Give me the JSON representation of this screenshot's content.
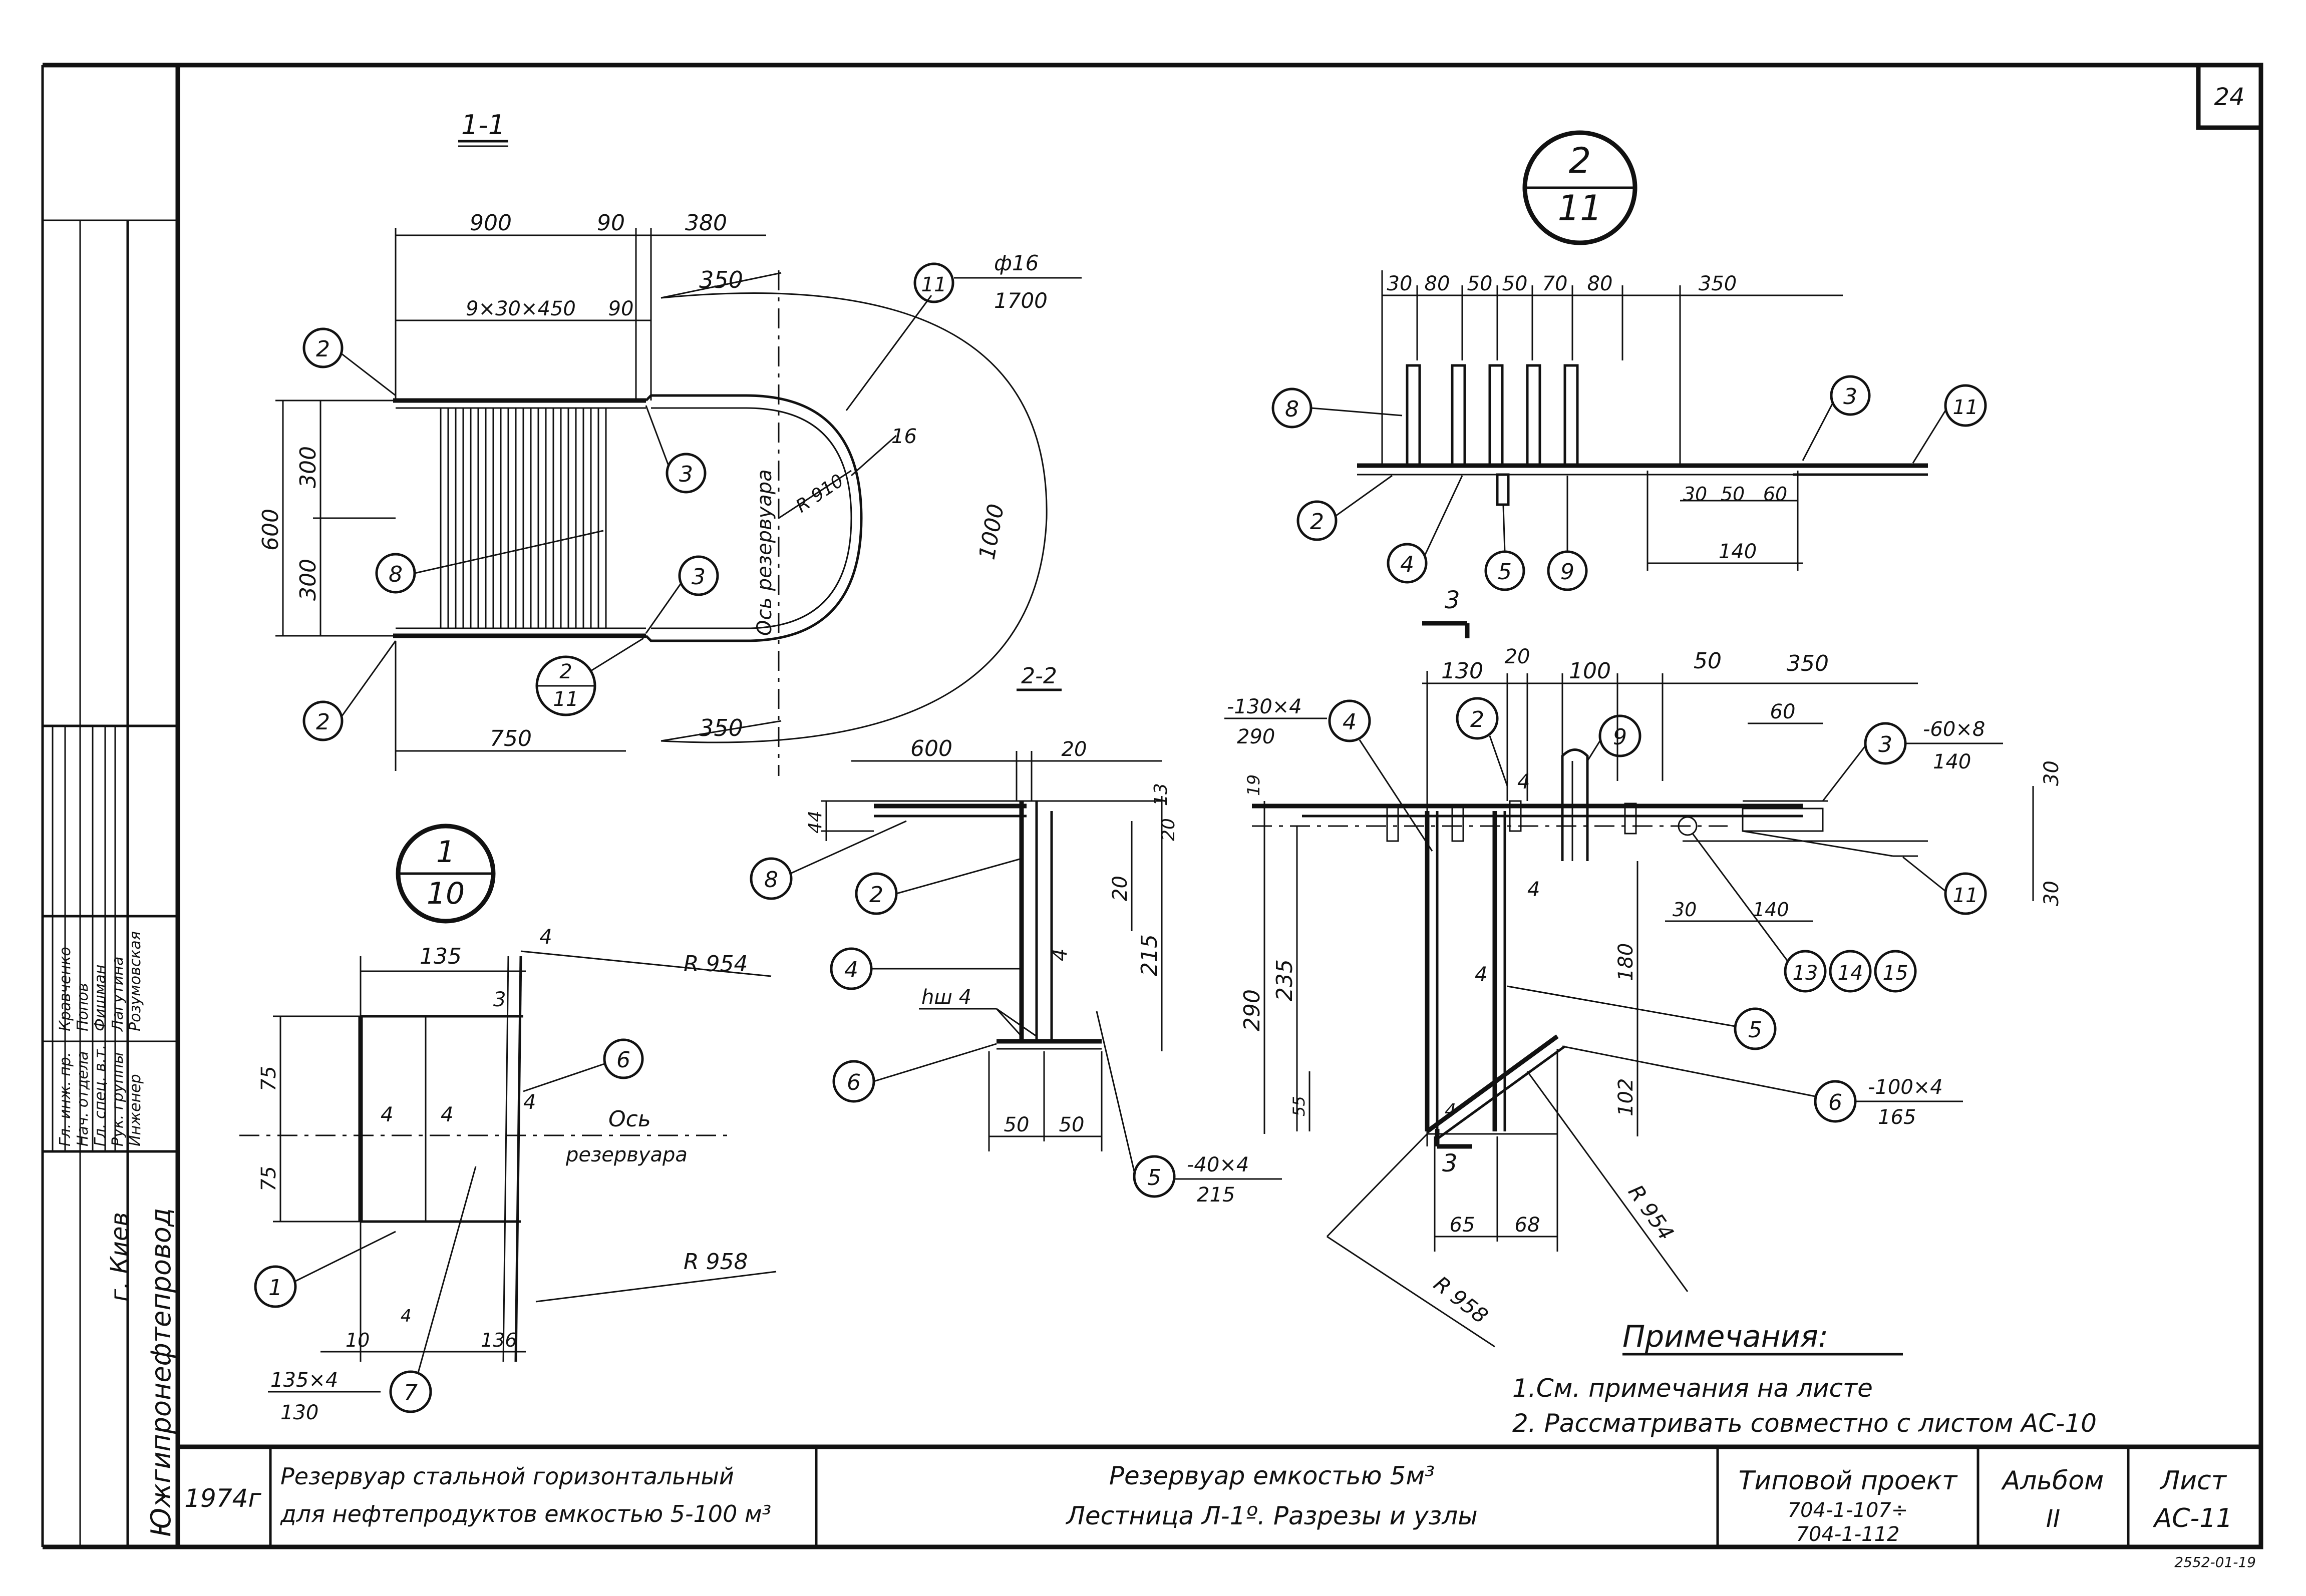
{
  "sheet": {
    "page_number": "24"
  },
  "section_1_1": {
    "title": "1-1",
    "dims_top": [
      "900",
      "90",
      "380"
    ],
    "dim_steps": "9×30×450",
    "dim_steps_tail": "90",
    "dim_350_top": "350",
    "dim_350_bottom": "350",
    "dim_600": "600",
    "dim_300_a": "300",
    "dim_300_b": "300",
    "dim_750": "750",
    "dim_1000": "1000",
    "r910": "R 910",
    "dim_16": "16",
    "axis_label": "Ось резервуара",
    "rod_top": "ф16",
    "rod_bottom": "1700",
    "callouts": [
      "2",
      "8",
      "2",
      "3",
      "3",
      "11"
    ],
    "ref_top": "2",
    "ref_bottom": "11"
  },
  "node_2_11": {
    "ref_top": "2",
    "ref_bottom": "11",
    "dims_top": [
      "30",
      "80",
      "50",
      "50",
      "70",
      "80",
      "350"
    ],
    "dims_bottom": [
      "30",
      "50",
      "60"
    ],
    "dim_140": "140",
    "callouts": [
      "8",
      "3",
      "11",
      "2",
      "4",
      "5",
      "9"
    ]
  },
  "node_1_10": {
    "ref_top": "1",
    "ref_bottom": "10",
    "dim_135": "135",
    "dim_4_top": "4",
    "dim_3": "3",
    "r954": "R 954",
    "dim_75_a": "75",
    "dim_75_b": "75",
    "weld_4_a": "4",
    "weld_4_b": "4",
    "weld_4_c": "4",
    "axis_label_1": "Ось",
    "axis_label_2": "резервуара",
    "r958": "R 958",
    "dim_10": "10",
    "dim_136": "136",
    "plate_top": "135×4",
    "plate_bottom": "130",
    "callouts": [
      "6",
      "1",
      "7"
    ]
  },
  "section_2_2": {
    "title": "2-2",
    "dim_600": "600",
    "dim_20_a": "20",
    "dim_13": "13",
    "dim_20_b": "20",
    "dim_44": "44",
    "dim_20_c": "20",
    "dim_215": "215",
    "weld_h": "hш 4",
    "weld_4": "4",
    "dim_50_a": "50",
    "dim_50_b": "50",
    "plate_top": "-40×4",
    "plate_bottom": "215",
    "callouts": [
      "8",
      "2",
      "4",
      "6",
      "5"
    ]
  },
  "section_3_3": {
    "mark_top": "3",
    "mark_bottom": "3",
    "dims_top": [
      "130",
      "20",
      "100",
      "50",
      "350"
    ],
    "dim_60": "60",
    "plate4_top": "-130×4",
    "plate4_bottom": "290",
    "plate3_top": "-60×8",
    "plate3_bottom": "140",
    "dim_19": "19",
    "dim_30_a": "30",
    "dim_30_b": "30",
    "dim_30_c": "30",
    "dim_140": "140",
    "dim_290": "290",
    "dim_235": "235",
    "dim_55": "55",
    "dim_180": "180",
    "dim_102": "102",
    "weld_4_a": "4",
    "weld_4_b": "4",
    "weld_4_c": "4",
    "weld_4_d": "4",
    "plate6_top": "-100×4",
    "plate6_bottom": "165",
    "dim_65": "65",
    "dim_68": "68",
    "r954": "R 954",
    "r958": "R 958",
    "callouts": [
      "4",
      "2",
      "9",
      "3",
      "11",
      "13",
      "14",
      "15",
      "5",
      "6"
    ]
  },
  "notes": {
    "title": "Примечания:",
    "items": [
      "1.См. примечания на листе",
      "2. Рассматривать совместно с листом  АС-10"
    ]
  },
  "side_stamp": {
    "org_1": "Южгипронефтепровод",
    "org_2": "г. Киев",
    "roles": [
      "Гл. инж. пр.",
      "Нач. отдела",
      "Гл. спец. в.т.",
      "Рук. группы",
      "Инженер"
    ],
    "names": [
      "Кравченко",
      "Попов",
      "Фишман",
      "Лагутина",
      "Розумовская"
    ]
  },
  "title_block": {
    "year": "1974г",
    "object_line_1": "Резервуар стальной горизонтальный",
    "object_line_2": "для нефтепродуктов емкостью 5-100 м³",
    "drawing_line_1": "Резервуар емкостью 5м³",
    "drawing_line_2": "Лестница Л-1º. Разрезы и узлы",
    "project_label": "Типовой проект",
    "project_code_1": "704-1-107÷",
    "project_code_2": "704-1-112",
    "album_label": "Альбом",
    "album_value": "II",
    "sheet_label": "Лист",
    "sheet_value": "АС-11",
    "footer_code": "2552-01-19"
  }
}
